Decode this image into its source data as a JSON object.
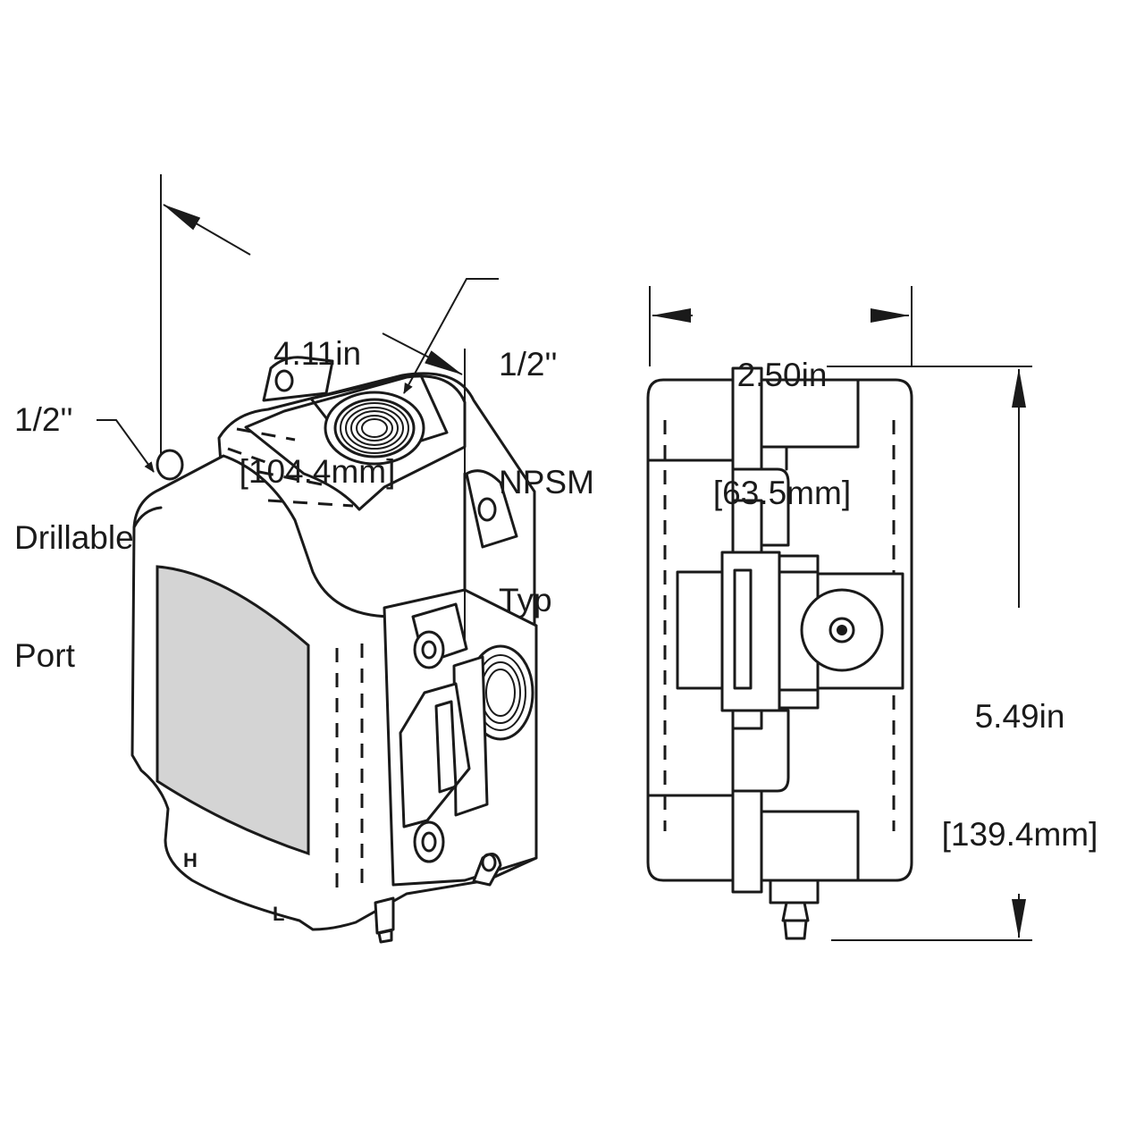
{
  "diagram": {
    "labels": {
      "drillable_port": [
        "1/2''",
        "Drillable",
        "Port"
      ],
      "npsm": [
        "1/2''",
        "NPSM",
        "Typ"
      ],
      "depth_in": "4.11in",
      "depth_mm": "[104.4mm]",
      "width_in": "2.50in",
      "width_mm": "[63.5mm]",
      "height_in": "5.49in",
      "height_mm": "[139.4mm]",
      "port_high": "H",
      "port_low": "L"
    }
  }
}
